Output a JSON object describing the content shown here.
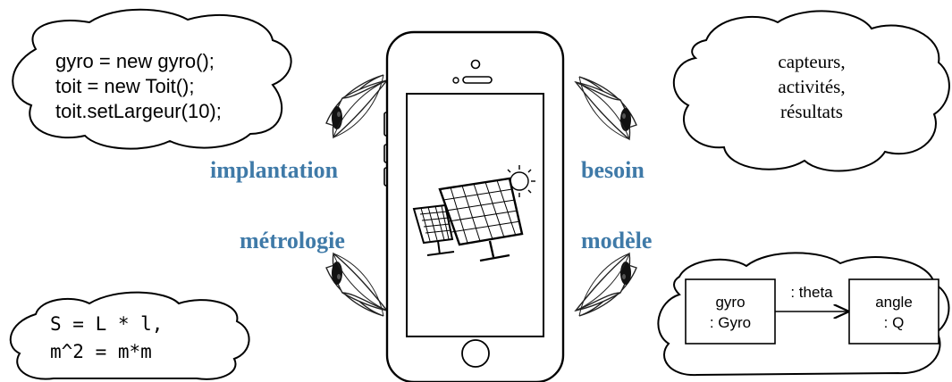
{
  "clouds": {
    "implementation_code": [
      "gyro = new gyro();",
      "toit = new Toit();",
      "toit.setLargeur(10);"
    ],
    "need_terms": [
      "capteurs,",
      "activités,",
      "résultats"
    ],
    "metrology_formulas": [
      "S = L * l,",
      "m^2 = m*m"
    ]
  },
  "labels": {
    "implantation": "implantation",
    "besoin": "besoin",
    "metrologie": "métrologie",
    "modele": "modèle"
  },
  "model": {
    "source_line1": "gyro",
    "source_line2": ": Gyro",
    "relation": ": theta",
    "target_line1": "angle",
    "target_line2": ": Q"
  },
  "icons": [
    "smartphone-icon",
    "solar-panel-icon",
    "sun-icon",
    "eye-icon"
  ]
}
